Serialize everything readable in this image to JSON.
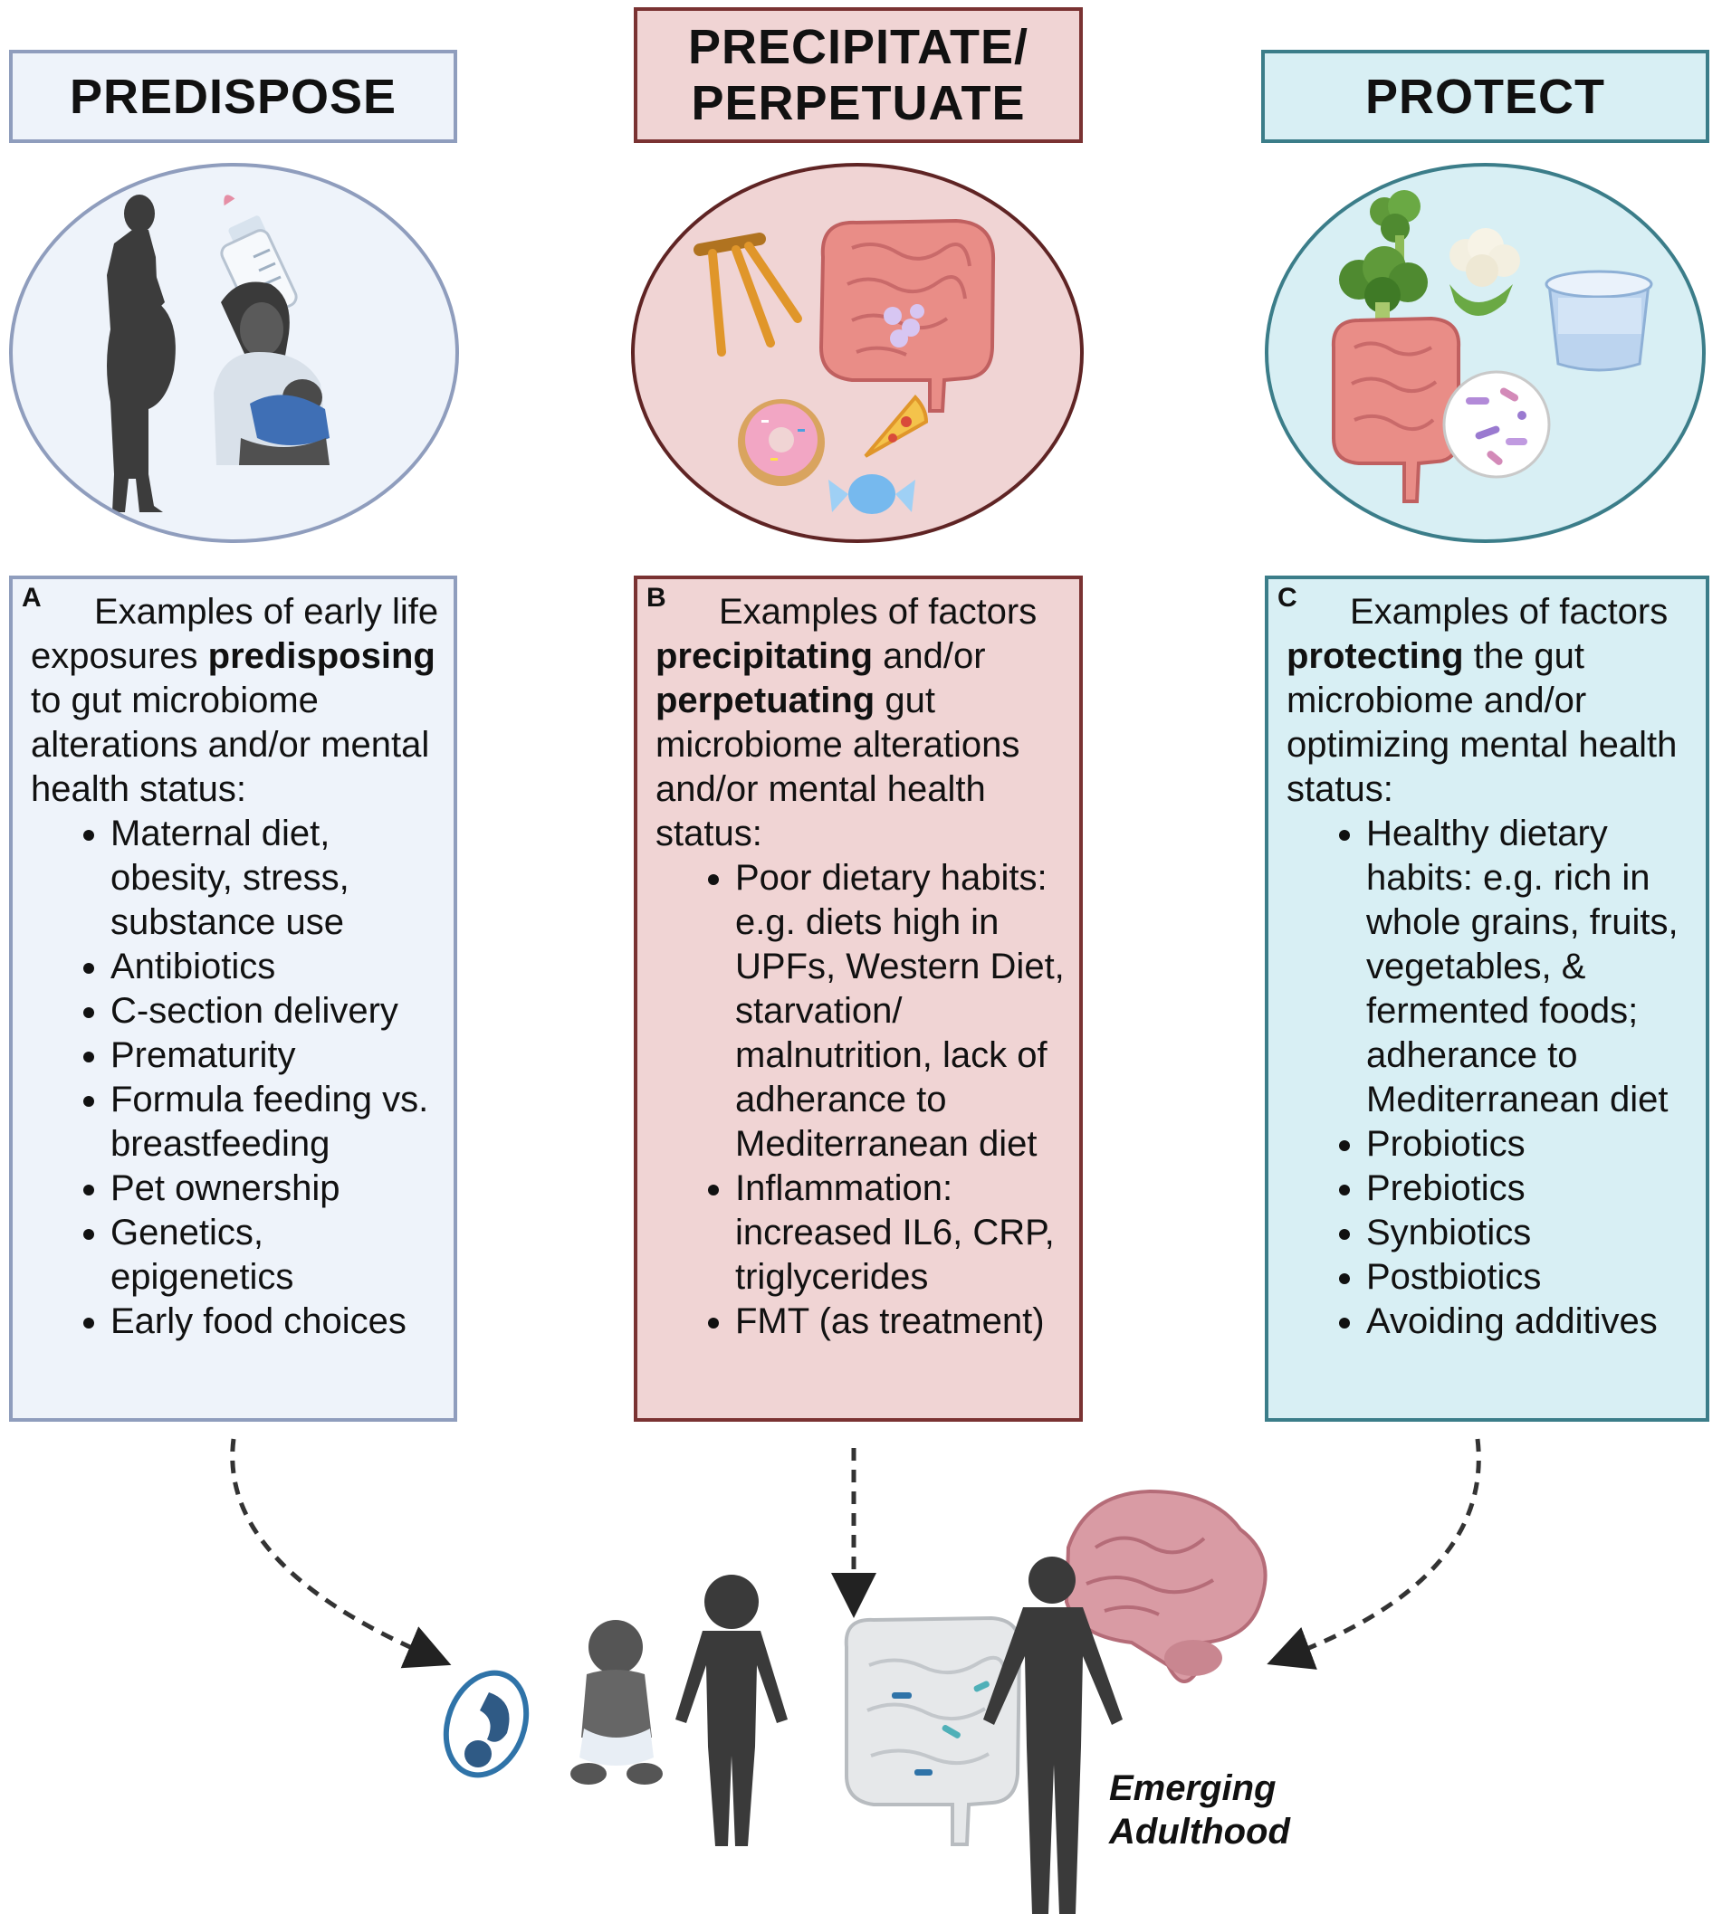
{
  "headers": {
    "predispose": "PREDISPOSE",
    "precipitate_line1": "PRECIPITATE/",
    "precipitate_line2": "PERPETUATE",
    "protect": "PROTECT"
  },
  "panel_a": {
    "letter": "A",
    "intro_pre": "Examples of early life exposures ",
    "intro_bold": "predisposing",
    "intro_post": " to gut microbiome alterations and/or mental health status:",
    "items": [
      "Maternal diet, obesity, stress, substance use",
      "Antibiotics",
      "C-section delivery",
      "Prematurity",
      "Formula feeding vs. breastfeeding",
      "Pet ownership",
      "Genetics, epigenetics",
      "Early food choices"
    ]
  },
  "panel_b": {
    "letter": "B",
    "intro_pre": "Examples of factors ",
    "intro_bold1": "precipitating",
    "intro_mid": " and/or ",
    "intro_bold2": "perpetuating",
    "intro_post": " gut microbiome alterations and/or mental health status:",
    "items": [
      "Poor dietary habits: e.g. diets high in UPFs, Western Diet, starvation/ malnutrition, lack of adherance to Mediterranean diet",
      "Inflammation: increased IL6, CRP, triglycerides",
      "FMT (as treatment)"
    ]
  },
  "panel_c": {
    "letter": "C",
    "intro_pre": "Examples of factors ",
    "intro_bold": "protecting",
    "intro_post": " the gut microbiome and/or optimizing mental health status:",
    "items": [
      "Healthy dietary habits: e.g. rich in whole grains, fruits, vegetables, & fermented foods; adherance to Mediterranean diet",
      "Probiotics",
      "Prebiotics",
      "Synbiotics",
      "Postbiotics",
      "Avoiding additives"
    ]
  },
  "stage_label": {
    "line1": "Emerging",
    "line2": "Adulthood"
  },
  "icons": [
    "pregnant-woman-icon",
    "baby-bottle-icon",
    "breastfeeding-mother-icon",
    "stool-icon",
    "inflamed-intestine-icon",
    "donut-icon",
    "pizza-icon",
    "candy-icon",
    "broccoli-icon",
    "cauliflower-icon",
    "yogurt-icon",
    "intestine-icon",
    "bacteria-icon",
    "fetus-icon",
    "toddler-icon",
    "child-icon",
    "adult-icon",
    "gut-microbiome-icon",
    "brain-icon"
  ],
  "colors": {
    "predispose_fill": "#eef3fa",
    "predispose_border": "#8f9dbd",
    "precipitate_fill": "#f0d4d4",
    "precipitate_border": "#7a3232",
    "protect_fill": "#d8eff4",
    "protect_border": "#3b7d89"
  }
}
